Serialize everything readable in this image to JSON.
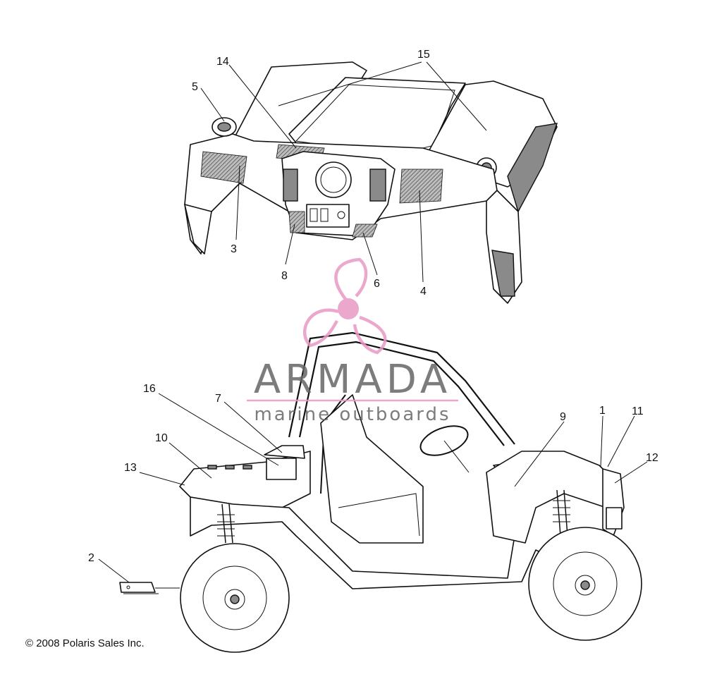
{
  "callouts": {
    "c1": "1",
    "c2": "2",
    "c3": "3",
    "c4": "4",
    "c5": "5",
    "c6": "6",
    "c7": "7",
    "c8": "8",
    "c9": "9",
    "c10": "10",
    "c11": "11",
    "c12": "12",
    "c13": "13",
    "c14": "14",
    "c15": "15",
    "c16": "16"
  },
  "watermark": {
    "brand": "ARMADA",
    "tagline": "marine outboards",
    "color": "#e89ac4",
    "text_color": "#666666"
  },
  "copyright": "© 2008 Polaris Sales Inc."
}
